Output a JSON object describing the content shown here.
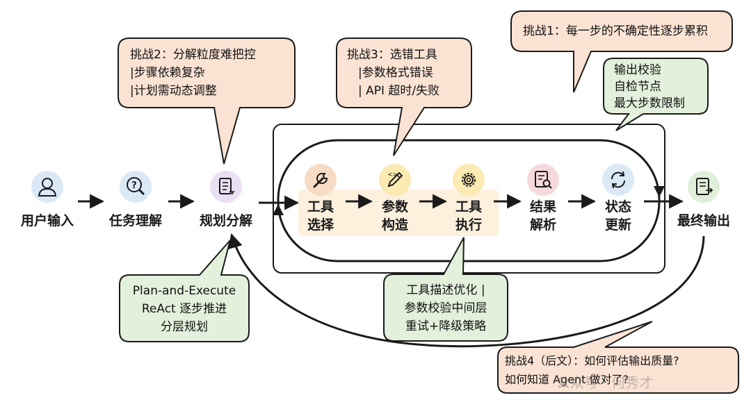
{
  "flow_nodes": [
    {
      "label": "用户输入",
      "icon": "user-icon",
      "color": "#dbe8f6"
    },
    {
      "label": "任务理解",
      "icon": "magnifier-question-icon",
      "color": "#dbe8f6"
    },
    {
      "label": "规划分解",
      "icon": "checklist-document-icon",
      "color": "#eadff3"
    },
    {
      "label": "最终输出",
      "icon": "document-output-icon",
      "color": "#e0efd9"
    }
  ],
  "loop_steps": [
    {
      "line1": "工具",
      "line2": "选择",
      "icon": "wrench-icon",
      "color": "#f6dcc5"
    },
    {
      "line1": "参数",
      "line2": "构造",
      "icon": "pencil-icon",
      "color": "#fbeab2"
    },
    {
      "line1": "工具",
      "line2": "执行",
      "icon": "gear-icon",
      "color": "#fbeab2"
    },
    {
      "line1": "结果",
      "line2": "解析",
      "icon": "document-search-icon",
      "color": "#f6d9dc"
    },
    {
      "line1": "状态",
      "line2": "更新",
      "icon": "refresh-icon",
      "color": "#dbe8f6"
    }
  ],
  "bubbles": {
    "challenge1": {
      "lines": [
        "挑战1：每一步的不确定性逐步累积"
      ]
    },
    "challenge2": {
      "lines": [
        "挑战2：分解粒度难把控",
        "|步骤依赖复杂",
        "|计划需动态调整"
      ]
    },
    "challenge3": {
      "lines": [
        "挑战3：选错工具",
        "|参数格式错误",
        "| API 超时/失败"
      ]
    },
    "solution_loop": {
      "lines": [
        "输出校验",
        "自检节点",
        "最大步数限制"
      ]
    },
    "solution_plan": {
      "lines": [
        "Plan-and-Execute",
        "ReAct 逐步推进",
        "分层规划"
      ]
    },
    "solution_tool": {
      "lines": [
        "工具描述优化 |",
        "参数校验中间层",
        "重试+降级策略"
      ]
    },
    "challenge4": {
      "lines": [
        "挑战4（后文）：如何评估输出质量?",
        "如何知道 Agent 做对了?"
      ]
    }
  },
  "watermark": {
    "text": "公众号 · 何秀才"
  },
  "colors": {
    "challenge_fill": "#fbe3d4",
    "solution_fill": "#e3f0dc",
    "band_fill": "#fdf0dd",
    "stroke": "#1a1a1a"
  }
}
